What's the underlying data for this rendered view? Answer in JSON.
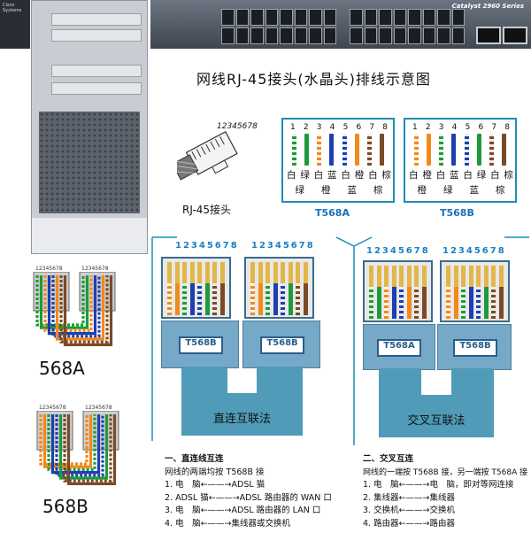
{
  "title": "网线RJ-45接头(水晶头)排线示意图",
  "switch": {
    "brand": "Catalyst 2960 Series"
  },
  "plug": {
    "digits": "12345678",
    "label": "RJ-45接头"
  },
  "standards": [
    {
      "name": "T568A",
      "pins": [
        "1",
        "2",
        "3",
        "4",
        "5",
        "6",
        "7",
        "8"
      ],
      "row1": [
        "白",
        "绿",
        "白",
        "蓝",
        "白",
        "橙",
        "白",
        "棕"
      ],
      "row2": [
        "绿",
        "橙",
        "蓝",
        "棕"
      ],
      "wire_colors": [
        "#e9f3e6|#1f9a3a",
        "#1f9a3a",
        "#fff4e6|#f08a1c",
        "#1d3fb0",
        "#e6ecfb|#1d3fb0",
        "#f08a1c",
        "#f3ebe3|#7a4a26",
        "#7a4a26"
      ]
    },
    {
      "name": "T568B",
      "pins": [
        "1",
        "2",
        "3",
        "4",
        "5",
        "6",
        "7",
        "8"
      ],
      "row1": [
        "白",
        "橙",
        "白",
        "蓝",
        "白",
        "绿",
        "白",
        "棕"
      ],
      "row2": [
        "橙",
        "绿",
        "蓝",
        "棕"
      ],
      "wire_colors": [
        "#fff4e6|#f08a1c",
        "#f08a1c",
        "#e9f3e6|#1f9a3a",
        "#1d3fb0",
        "#e6ecfb|#1d3fb0",
        "#1f9a3a",
        "#f3ebe3|#7a4a26",
        "#7a4a26"
      ]
    }
  ],
  "straight": {
    "digits_left": "12345678",
    "digits_right": "12345678",
    "tag_left": "T568B",
    "tag_right": "T568B",
    "label": "直连互联法"
  },
  "cross": {
    "digits_left": "12345678",
    "digits_right": "12345678",
    "tag_left": "T568A",
    "tag_right": "T568B",
    "label": "交叉互联法"
  },
  "left_diagrams": [
    {
      "label": "568A",
      "digits_left": "12345678",
      "digits_right": "12345678"
    },
    {
      "label": "568B",
      "digits_left": "12345678",
      "digits_right": "12345678"
    }
  ],
  "notes_left": {
    "heading": "一、直连线互连",
    "subheading": "网线的两端均按 T568B 接",
    "items": [
      "1. 电　脑←——→ADSL 猫",
      "2. ADSL 猫←——→ADSL 路由器的 WAN 口",
      "3. 电　脑←——→ADSL 路由器的 LAN 口",
      "4. 电　脑←——→集线器或交换机"
    ]
  },
  "notes_right": {
    "heading": "二、交叉互连",
    "subheading": "网线的一端按 T568B 接，另一端按 T568A 接",
    "items": [
      "1. 电　脑←——→电　脑，即对等网连接",
      "2. 集线器←——→集线器",
      "3. 交换机←——→交换机",
      "4. 路由器←——→路由器"
    ]
  },
  "colors": {
    "accent": "#1a8fb5",
    "cable": "#4f9bb8",
    "tag": "#2a5d8c"
  }
}
